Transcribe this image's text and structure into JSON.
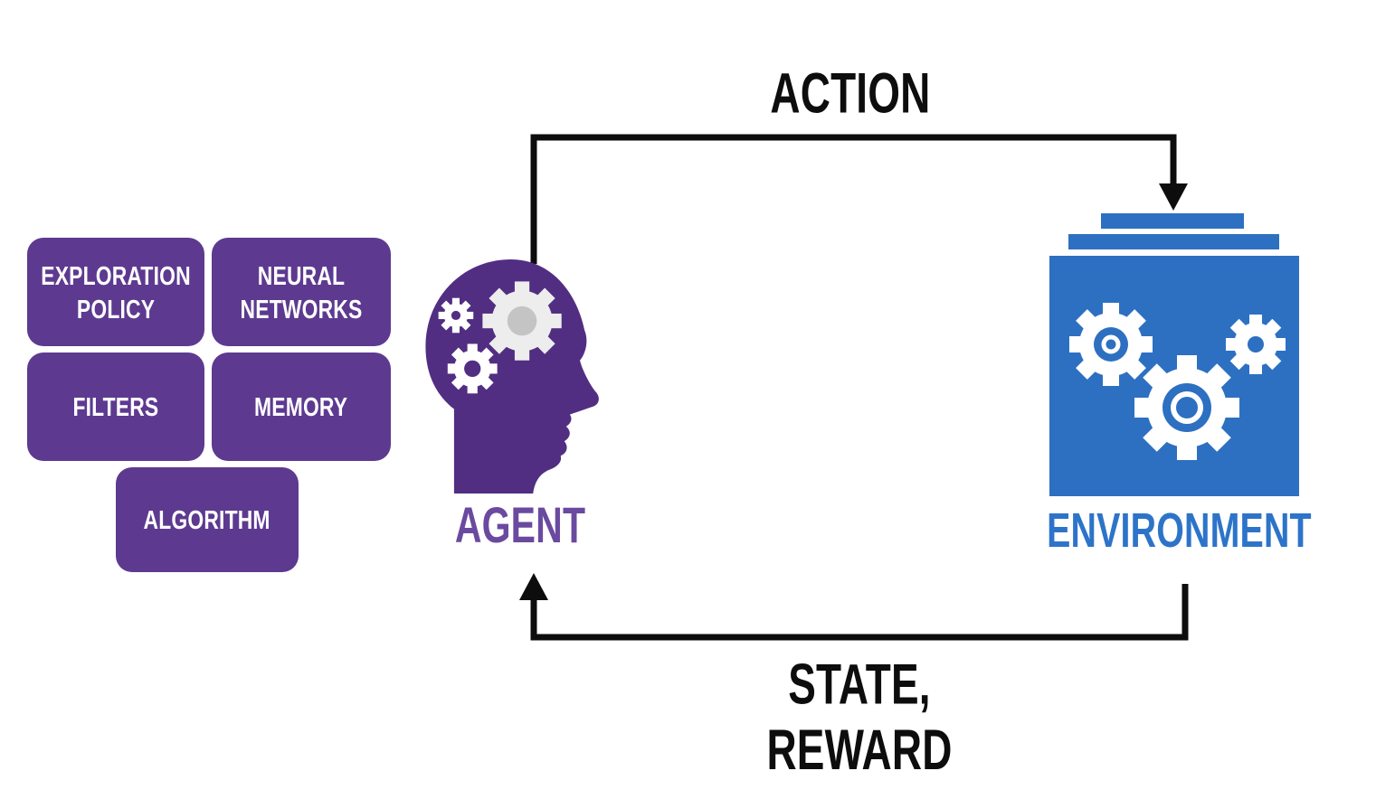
{
  "agent": {
    "label": "AGENT",
    "components": [
      {
        "label": "EXPLORATION POLICY"
      },
      {
        "label": "NEURAL NETWORKS"
      },
      {
        "label": "FILTERS"
      },
      {
        "label": "MEMORY"
      },
      {
        "label": "ALGORITHM"
      }
    ]
  },
  "environment": {
    "label": "ENVIRONMENT"
  },
  "flows": {
    "action": {
      "label": "ACTION"
    },
    "state_reward": {
      "label": "STATE, REWARD"
    }
  },
  "colors": {
    "chip_purple": "#5d3a90",
    "head_purple": "#512e82",
    "agent_label": "#6a4aa0",
    "environment_blue": "#2d70c1",
    "environment_label": "#2d74c9",
    "arrow_black": "#0d0d0d",
    "background": "#ffffff"
  }
}
